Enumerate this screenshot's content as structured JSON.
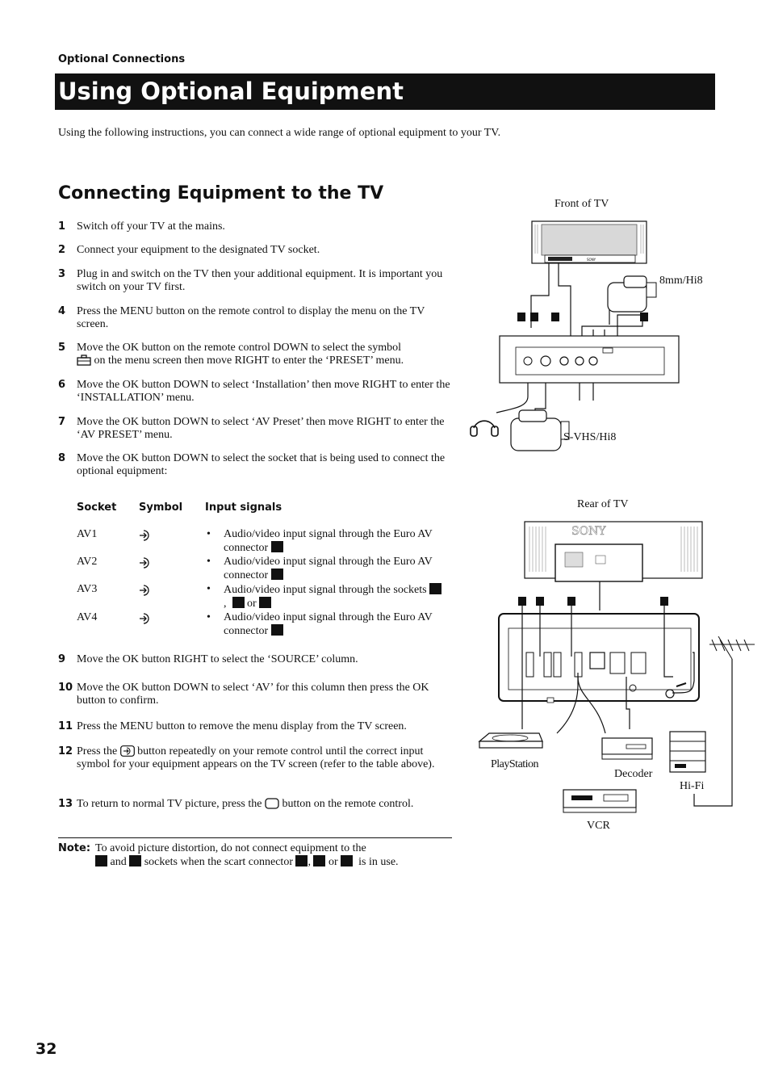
{
  "header": {
    "section": "Optional Connections",
    "title": "Using Optional Equipment"
  },
  "intro": "Using the following instructions, you can connect a wide range of optional equipment to your TV.",
  "subtitle": "Connecting Equipment to the TV",
  "steps": [
    {
      "num": "1",
      "text": "Switch off your TV at the mains."
    },
    {
      "num": "2",
      "text": "Connect your equipment to the designated TV socket."
    },
    {
      "num": "3",
      "text": "Plug in and switch on the TV then your additional equipment.  It is important you switch on your TV first."
    },
    {
      "num": "4",
      "text": "Press the MENU button on the remote control to display the menu on the TV screen."
    },
    {
      "num": "5",
      "text_a": "Move the OK button on the remote control DOWN to select the symbol",
      "text_b": "on the menu screen then move RIGHT to enter the ‘PRESET’ menu."
    },
    {
      "num": "6",
      "text": "Move the OK button DOWN to select ‘Installation’ then move RIGHT to enter the ‘INSTALLATION’ menu."
    },
    {
      "num": "7",
      "text": "Move the OK button DOWN to select ‘AV Preset’ then move RIGHT to enter the ‘AV PRESET’ menu."
    },
    {
      "num": "8",
      "text": "Move the OK button DOWN to select the socket that is being used to connect the optional equipment:"
    },
    {
      "num": "9",
      "text": "Move the OK button RIGHT to select the ‘SOURCE’ column."
    },
    {
      "num": "10",
      "text": "Move the OK button DOWN to select ‘AV’ for this column then press the OK button to confirm."
    },
    {
      "num": "11",
      "text": "Press the MENU button to remove the menu display from the TV screen."
    },
    {
      "num": "12",
      "text_a": "Press the",
      "text_b": "button repeatedly on your remote control until the correct input symbol for your equipment appears on the TV screen (refer to the table above)."
    },
    {
      "num": "13",
      "text_a": "To return to normal TV picture, press the",
      "text_b": "button on the remote control."
    }
  ],
  "table": {
    "headers": [
      "Socket",
      "Symbol",
      "Input signals"
    ],
    "rows": [
      {
        "socket": "AV1",
        "signal": "Audio/video input signal through the Euro AV connector"
      },
      {
        "socket": "AV2",
        "signal": "Audio/video input signal through the Euro AV connector"
      },
      {
        "socket": "AV3",
        "signal_a": "Audio/video input signal through the sockets",
        "sep1": ",",
        "sep2": "or"
      },
      {
        "socket": "AV4",
        "signal": "Audio/video input signal through the Euro AV connector"
      }
    ]
  },
  "note": {
    "label": "Note:",
    "text_a": "To avoid picture distortion, do not connect equipment to the",
    "and": "and",
    "text_b": "sockets when the scart connector",
    "comma": ",",
    "or": "or",
    "text_c": "is in use."
  },
  "diagram_labels": {
    "front_tv": "Front of TV",
    "camcorder_8mm": "8mm/Hi8",
    "camcorder_svhs": "S-VHS/Hi8",
    "rear_tv": "Rear of TV",
    "playstation": "PlayStation",
    "decoder": "Decoder",
    "hifi": "Hi-Fi",
    "vcr": "VCR",
    "brand": "SONY"
  },
  "page_number": "32"
}
